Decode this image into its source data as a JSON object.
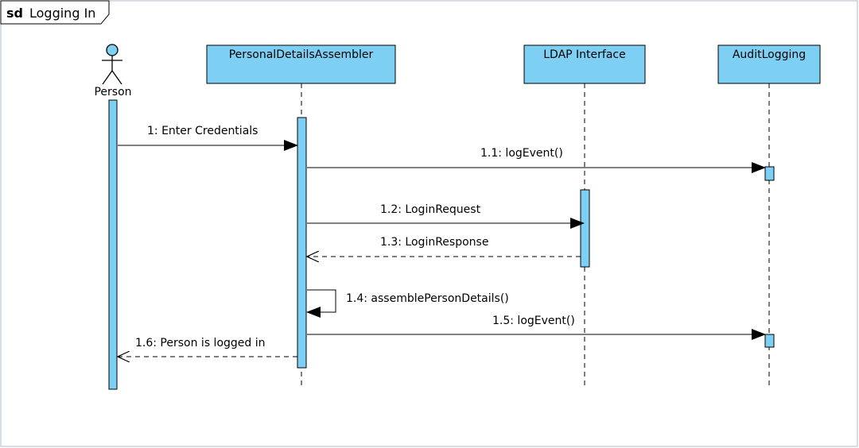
{
  "frame": {
    "keyword": "sd",
    "title": "Logging In"
  },
  "colors": {
    "fill": "#7ecff4",
    "stroke": "#000000",
    "frame_border": "#b0b8c8",
    "background": "#ffffff"
  },
  "actor": {
    "name": "Person",
    "icon": "stick-figure-icon"
  },
  "lifelines": [
    {
      "name": "PersonalDetailsAssembler"
    },
    {
      "name": "LDAP Interface"
    },
    {
      "name": "AuditLogging"
    }
  ],
  "messages": [
    {
      "label": "1: Enter Credentials",
      "from": "Person",
      "to": "PersonalDetailsAssembler",
      "kind": "sync"
    },
    {
      "label": "1.1: logEvent()",
      "from": "PersonalDetailsAssembler",
      "to": "AuditLogging",
      "kind": "sync"
    },
    {
      "label": "1.2: LoginRequest",
      "from": "PersonalDetailsAssembler",
      "to": "LDAP Interface",
      "kind": "sync"
    },
    {
      "label": "1.3: LoginResponse",
      "from": "LDAP Interface",
      "to": "PersonalDetailsAssembler",
      "kind": "return"
    },
    {
      "label": "1.4: assemblePersonDetails()",
      "from": "PersonalDetailsAssembler",
      "to": "PersonalDetailsAssembler",
      "kind": "self"
    },
    {
      "label": "1.5: logEvent()",
      "from": "PersonalDetailsAssembler",
      "to": "AuditLogging",
      "kind": "sync"
    },
    {
      "label": "1.6: Person is logged in",
      "from": "PersonalDetailsAssembler",
      "to": "Person",
      "kind": "return"
    }
  ]
}
